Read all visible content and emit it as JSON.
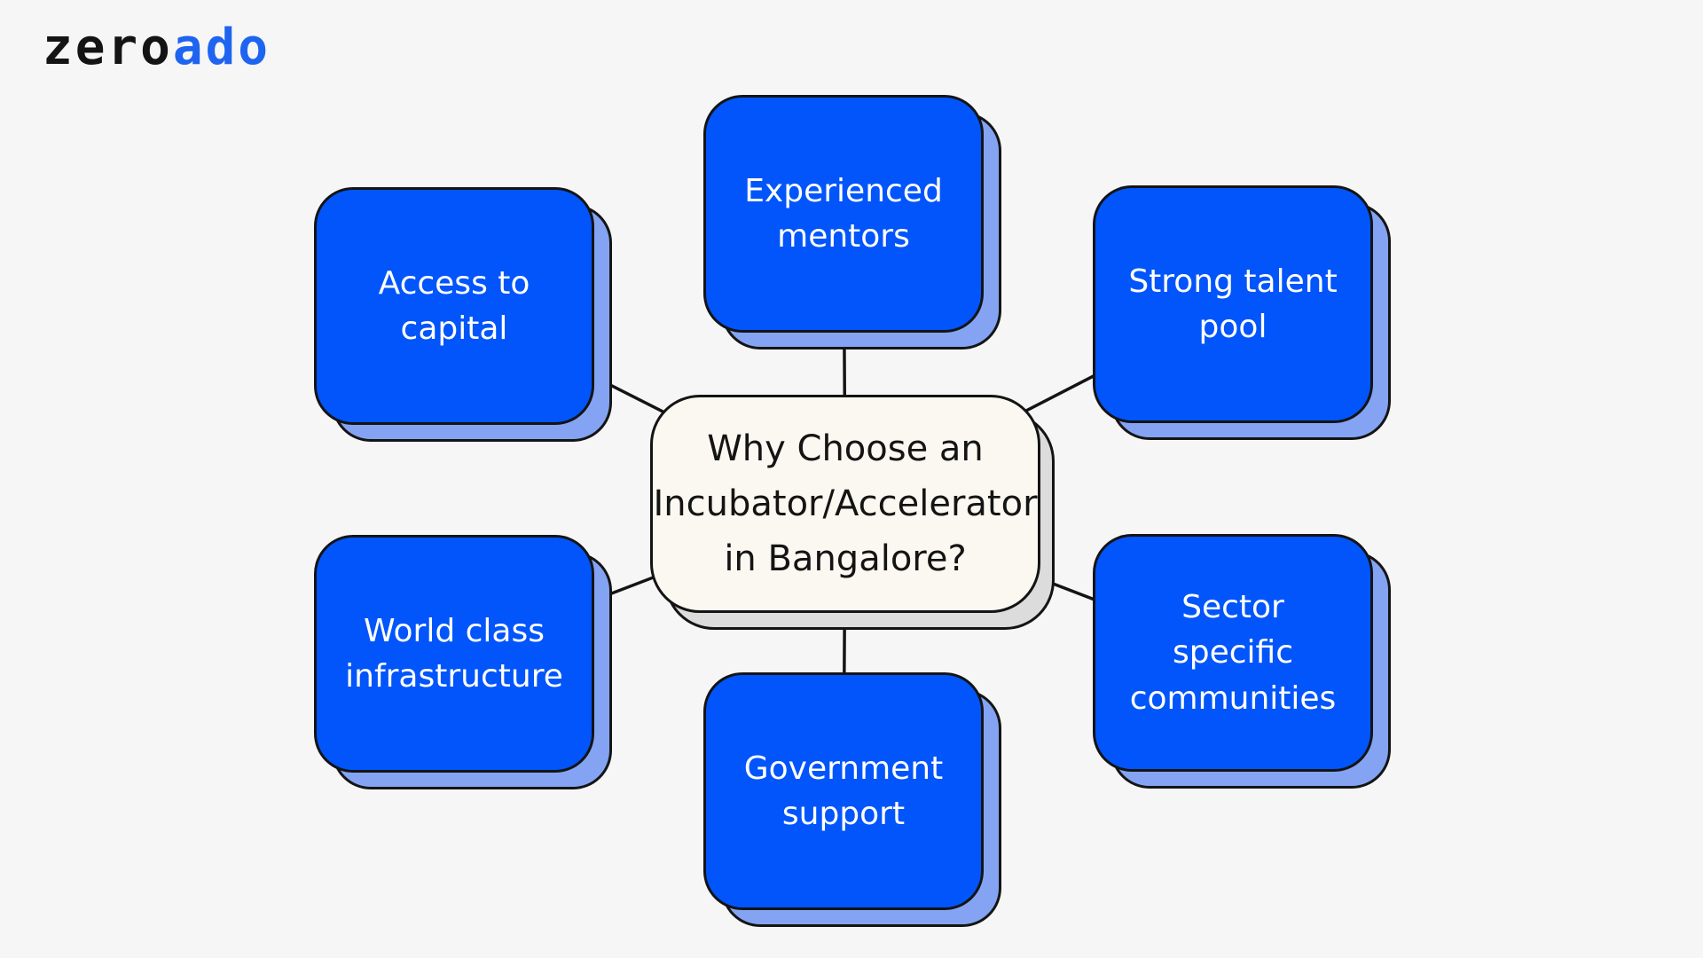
{
  "theme": {
    "bg": "#f6f6f6",
    "line": "#141414",
    "node_fill": "#0255fa",
    "node_shadow": "#84a4f3",
    "node_text": "#ffffff",
    "center_fill": "#fbf8f1",
    "center_shadow": "#dcdcdc",
    "center_text": "#141414",
    "logo_prefix_color": "#141414",
    "logo_suffix_color": "#1e64f0"
  },
  "logo": {
    "prefix": "zero",
    "suffix": "ado"
  },
  "diagram": {
    "center": {
      "label": "Why Choose an\nIncubator/Accelerator\nin Bangalore?"
    },
    "nodes": [
      {
        "id": "access-to-capital",
        "label": "Access to\ncapital"
      },
      {
        "id": "experienced-mentors",
        "label": "Experienced\nmentors"
      },
      {
        "id": "strong-talent-pool",
        "label": "Strong talent\npool"
      },
      {
        "id": "world-class-infrastructure",
        "label": "World class\ninfrastructure"
      },
      {
        "id": "government-support",
        "label": "Government\nsupport"
      },
      {
        "id": "sector-specific-communities",
        "label": "Sector\nspecific\ncommunities"
      }
    ]
  }
}
